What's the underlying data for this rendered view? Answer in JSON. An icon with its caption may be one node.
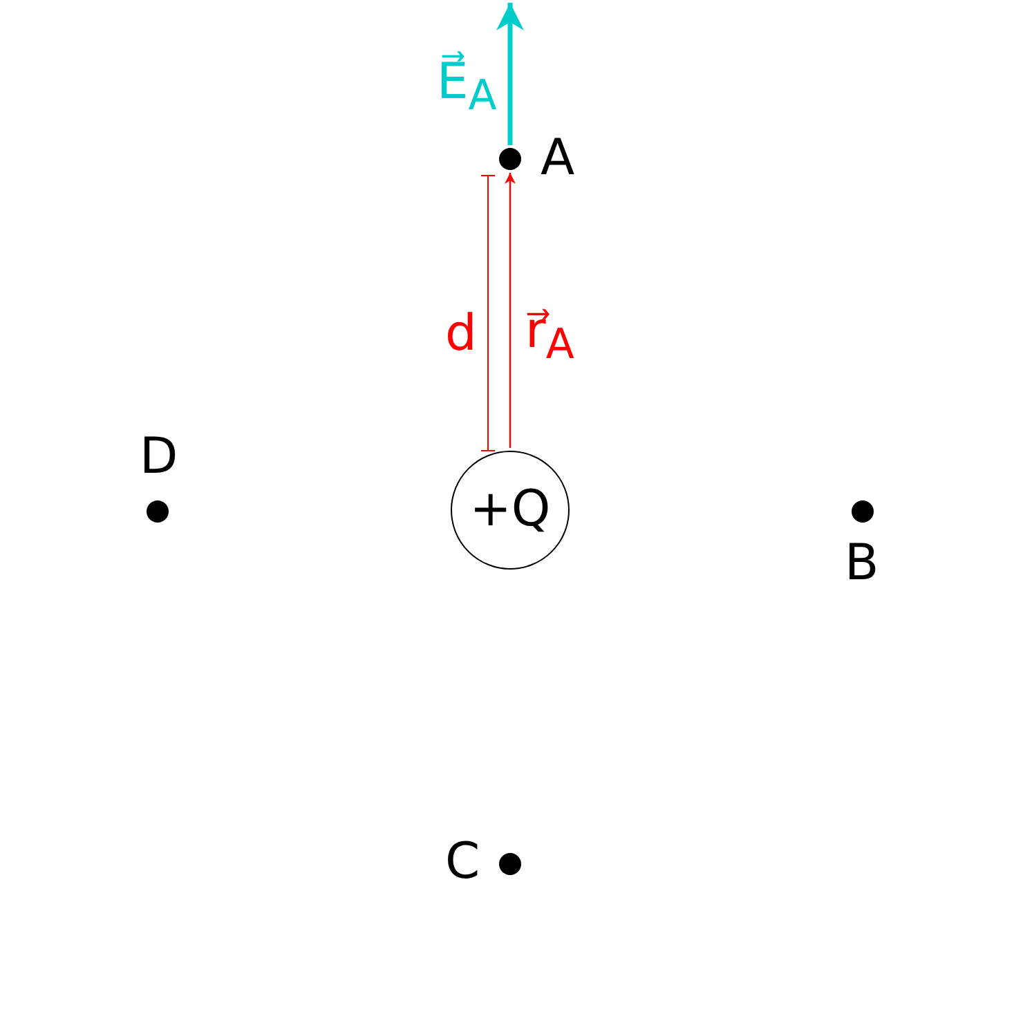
{
  "diagram": {
    "nodes": [
      {
        "text": [],
        "shape": "circle",
        "beside": [
          "A"
        ]
      },
      {
        "text": [],
        "shape": "circle",
        "beside": [
          "D"
        ]
      },
      {
        "text": [
          "+Q"
        ]
      },
      {
        "text": [],
        "shape": "circle",
        "beside": [
          "B"
        ]
      },
      {
        "text": [],
        "shape": "circle",
        "beside": [
          "C"
        ]
      }
    ],
    "edges": [
      {
        "from": 2,
        "to": 0,
        "arrow": "to",
        "label": "r⃗$_{A}$",
        "color": "#ff0000"
      },
      {
        "from": 0,
        "to": null,
        "arrow": "to",
        "label": "E⃗$_{A}$",
        "color": "#00cccc",
        "style": "thick"
      }
    ],
    "labels": [
      "d"
    ]
  }
}
